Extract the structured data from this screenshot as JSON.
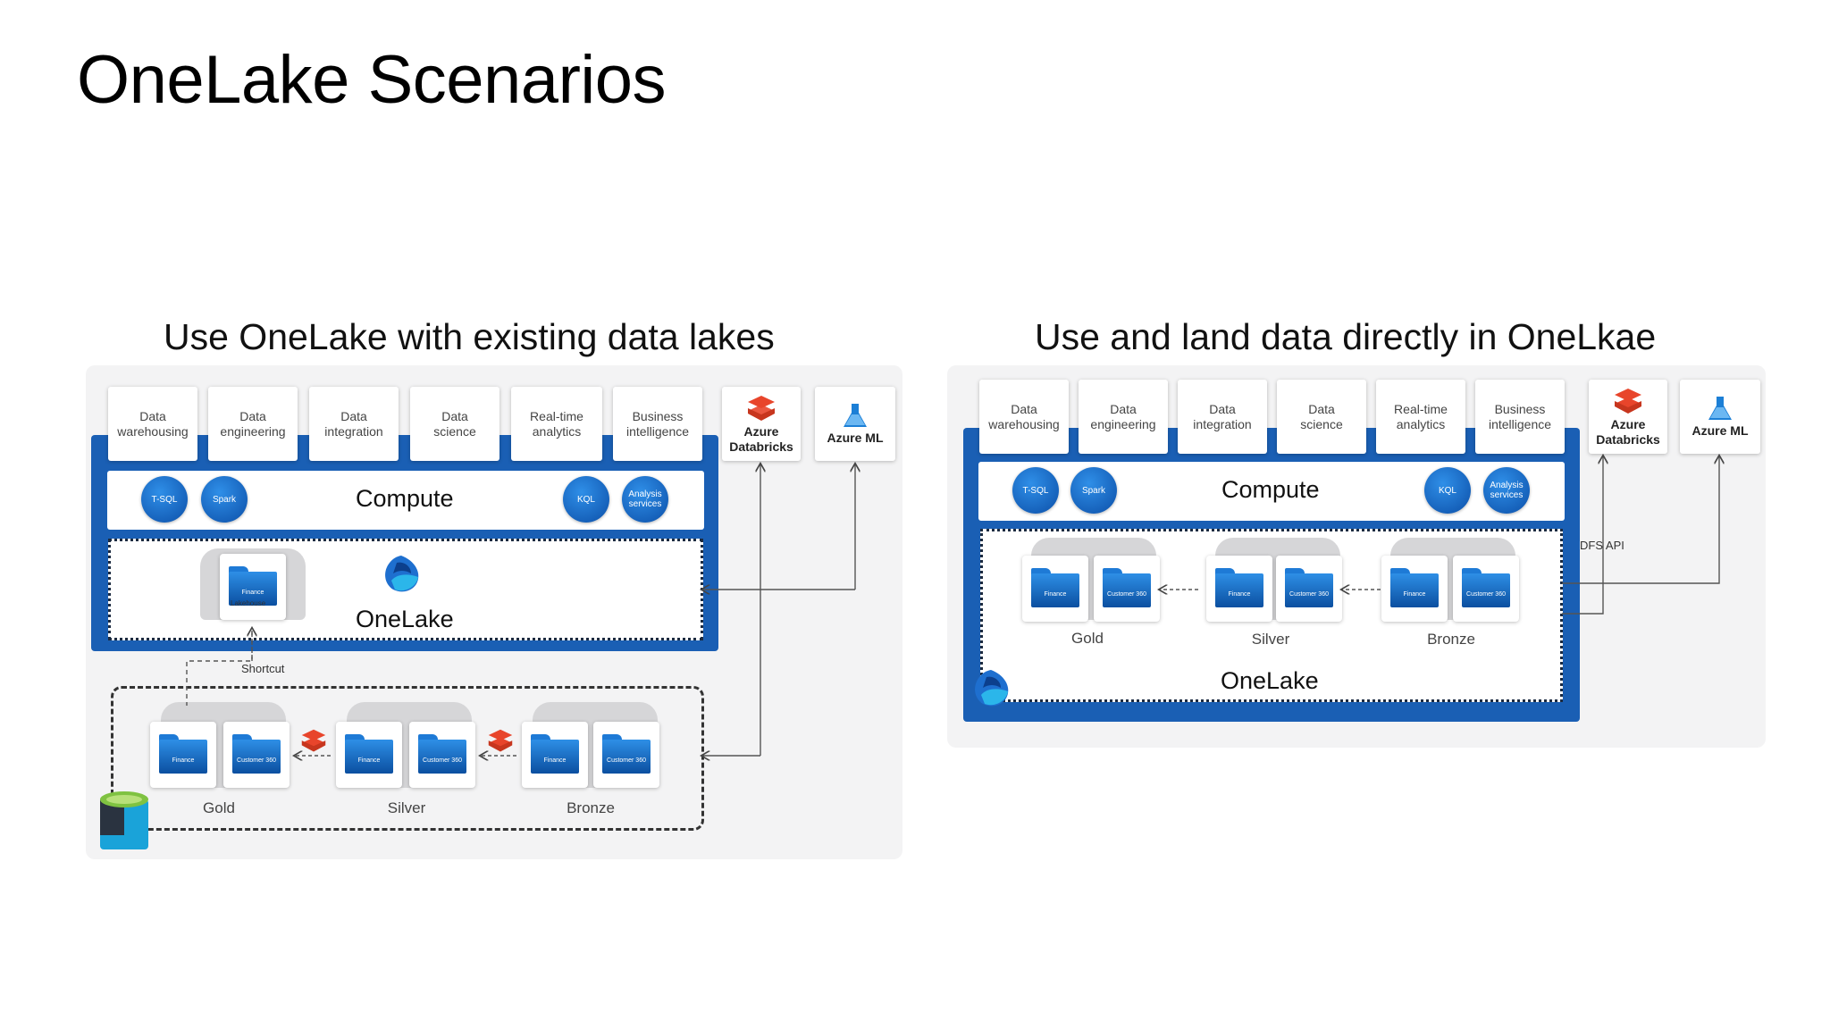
{
  "title": "OneLake Scenarios",
  "left": {
    "subtitle": "Use OneLake with existing data lakes",
    "workloads": [
      "Data\nwarehousing",
      "Data\nengineering",
      "Data\nintegration",
      "Data\nscience",
      "Real-time\nanalytics",
      "Business\nintelligence"
    ],
    "ext": [
      {
        "name": "Azure\nDatabricks",
        "icon": "databricks-icon"
      },
      {
        "name": "Azure ML",
        "icon": "azure-ml-icon"
      }
    ],
    "compute_label": "Compute",
    "engines": [
      "T-SQL",
      "Spark",
      "KQL",
      "Analysis\nservices"
    ],
    "lakehouse_folder": "Finance",
    "lakehouse_label": "Lakehouse",
    "onelake_label": "OneLake",
    "shortcut_label": "Shortcut",
    "folders": [
      "Finance",
      "Customer\n360"
    ],
    "tiers": [
      "Gold",
      "Silver",
      "Bronze"
    ]
  },
  "right": {
    "subtitle": "Use and land data directly in OneLkae",
    "workloads": [
      "Data\nwarehousing",
      "Data\nengineering",
      "Data\nintegration",
      "Data\nscience",
      "Real-time\nanalytics",
      "Business\nintelligence"
    ],
    "ext": [
      {
        "name": "Azure\nDatabricks",
        "icon": "databricks-icon"
      },
      {
        "name": "Azure ML",
        "icon": "azure-ml-icon"
      }
    ],
    "compute_label": "Compute",
    "engines": [
      "T-SQL",
      "Spark",
      "KQL",
      "Analysis\nservices"
    ],
    "dfs_label": "DFS API",
    "onelake_label": "OneLake",
    "folders": [
      "Finance",
      "Customer\n360"
    ],
    "tiers": [
      "Gold",
      "Silver",
      "Bronze"
    ]
  },
  "colors": {
    "blue": "#1a5fb4",
    "engine": "#0c4fa8",
    "databricks": "#e8452b"
  }
}
